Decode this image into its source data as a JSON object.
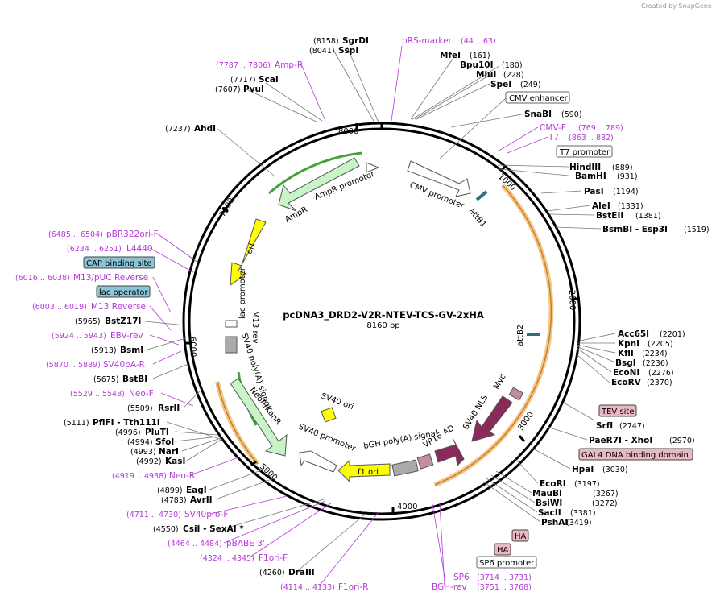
{
  "watermark": "Created by SnapGene",
  "plasmid": {
    "name": "pcDNA3_DRD2-V2R-NTEV-TCS-GV-2xHA",
    "size": "8160 bp"
  },
  "ticks": [
    "1000",
    "2000",
    "3000",
    "4000",
    "5000",
    "6000",
    "7000",
    "8000"
  ],
  "enzymes": [
    {
      "name": "SgrDI",
      "pos": "(8158)"
    },
    {
      "name": "SspI",
      "pos": "(8041)"
    },
    {
      "name": "ScaI",
      "pos": "(7717)"
    },
    {
      "name": "PvuI",
      "pos": "(7607)"
    },
    {
      "name": "AhdI",
      "pos": "(7237)"
    },
    {
      "name": "MfeI",
      "pos": "(161)"
    },
    {
      "name": "Bpu10I",
      "pos": "(180)"
    },
    {
      "name": "MluI",
      "pos": "(228)"
    },
    {
      "name": "SpeI",
      "pos": "(249)"
    },
    {
      "name": "SnaBI",
      "pos": "(590)"
    },
    {
      "name": "HindIII",
      "pos": "(889)"
    },
    {
      "name": "BamHI",
      "pos": "(931)"
    },
    {
      "name": "PasI",
      "pos": "(1194)"
    },
    {
      "name": "AleI",
      "pos": "(1331)"
    },
    {
      "name": "BstEII",
      "pos": "(1381)"
    },
    {
      "name": "BsmBI - Esp3I",
      "pos": "(1519)"
    },
    {
      "name": "Acc65I",
      "pos": "(2201)"
    },
    {
      "name": "KpnI",
      "pos": "(2205)"
    },
    {
      "name": "KflI",
      "pos": "(2234)"
    },
    {
      "name": "BsgI",
      "pos": "(2236)"
    },
    {
      "name": "EcoNI",
      "pos": "(2276)"
    },
    {
      "name": "EcoRV",
      "pos": "(2370)"
    },
    {
      "name": "SrfI",
      "pos": "(2747)"
    },
    {
      "name": "PaeR7I - XhoI",
      "pos": "(2970)"
    },
    {
      "name": "HpaI",
      "pos": "(3030)"
    },
    {
      "name": "EcoRI",
      "pos": "(3197)"
    },
    {
      "name": "MauBI",
      "pos": "(3267)"
    },
    {
      "name": "BsiWI",
      "pos": "(3272)"
    },
    {
      "name": "SacII",
      "pos": "(3381)"
    },
    {
      "name": "PshAI",
      "pos": "(3419)"
    },
    {
      "name": "BstZ17I",
      "pos": "(5965)"
    },
    {
      "name": "BsmI",
      "pos": "(5913)"
    },
    {
      "name": "BstBI",
      "pos": "(5675)"
    },
    {
      "name": "RsrII",
      "pos": "(5509)"
    },
    {
      "name": "PflFI - Tth111I",
      "pos": "(5111)"
    },
    {
      "name": "PluTI",
      "pos": "(4996)"
    },
    {
      "name": "SfoI",
      "pos": "(4994)"
    },
    {
      "name": "NarI",
      "pos": "(4993)"
    },
    {
      "name": "KasI",
      "pos": "(4992)"
    },
    {
      "name": "EagI",
      "pos": "(4899)"
    },
    {
      "name": "AvrII",
      "pos": "(4783)"
    },
    {
      "name": "CsiI - SexAI *",
      "pos": "(4550)"
    },
    {
      "name": "DraIII",
      "pos": "(4260)"
    }
  ],
  "primers": [
    {
      "name": "pRS-marker",
      "pos": "(44 .. 63)"
    },
    {
      "name": "Amp-R",
      "pos": "(7787 .. 7806)"
    },
    {
      "name": "CMV-F",
      "pos": "(769 .. 789)"
    },
    {
      "name": "T7",
      "pos": "(863 .. 882)"
    },
    {
      "name": "pBR322ori-F",
      "pos": "(6485 .. 6504)"
    },
    {
      "name": "L4440",
      "pos": "(6234 .. 6251)"
    },
    {
      "name": "M13/pUC Reverse",
      "pos": "(6016 .. 6038)"
    },
    {
      "name": "M13 Reverse",
      "pos": "(6003 .. 6019)"
    },
    {
      "name": "EBV-rev",
      "pos": "(5924 .. 5943)"
    },
    {
      "name": "SV40pA-R",
      "pos": "(5870 .. 5889)"
    },
    {
      "name": "Neo-F",
      "pos": "(5529 .. 5548)"
    },
    {
      "name": "Neo-R",
      "pos": "(4919 .. 4938)"
    },
    {
      "name": "SV40pro-F",
      "pos": "(4711 .. 4730)"
    },
    {
      "name": "pBABE 3'",
      "pos": "(4464 .. 4484)"
    },
    {
      "name": "F1ori-F",
      "pos": "(4324 .. 4345)"
    },
    {
      "name": "F1ori-R",
      "pos": "(4114 .. 4133)"
    },
    {
      "name": "SP6",
      "pos": "(3714 .. 3731)"
    },
    {
      "name": "BGH-rev",
      "pos": "(3751 .. 3768)"
    }
  ],
  "boxed_features": [
    "CMV enhancer",
    "T7 promoter",
    "CAP binding site",
    "lac operator",
    "TEV site",
    "GAL4 DNA binding domain",
    "HA",
    "HA",
    "SP6 promoter"
  ],
  "inner_features": [
    "CMV promoter",
    "attB1",
    "attB2",
    "AmpR",
    "AmpR promoter",
    "ori",
    "lac promoter",
    "M13 rev",
    "SV40 poly(A) signal",
    "NeoR/KanR",
    "SV40 promoter",
    "SV40 ori",
    "f1 ori",
    "bGH poly(A) signal",
    "VP16 AD",
    "SV40 NLS",
    "Myc"
  ],
  "colors": {
    "primer": "#b43ad6",
    "orf": "#f5b85a",
    "cap": "#8ac4d6",
    "tev": "#e9b8c3",
    "amp": "#c8f5c8",
    "ori": "#ffff00",
    "myc": "#8b2a5a"
  }
}
